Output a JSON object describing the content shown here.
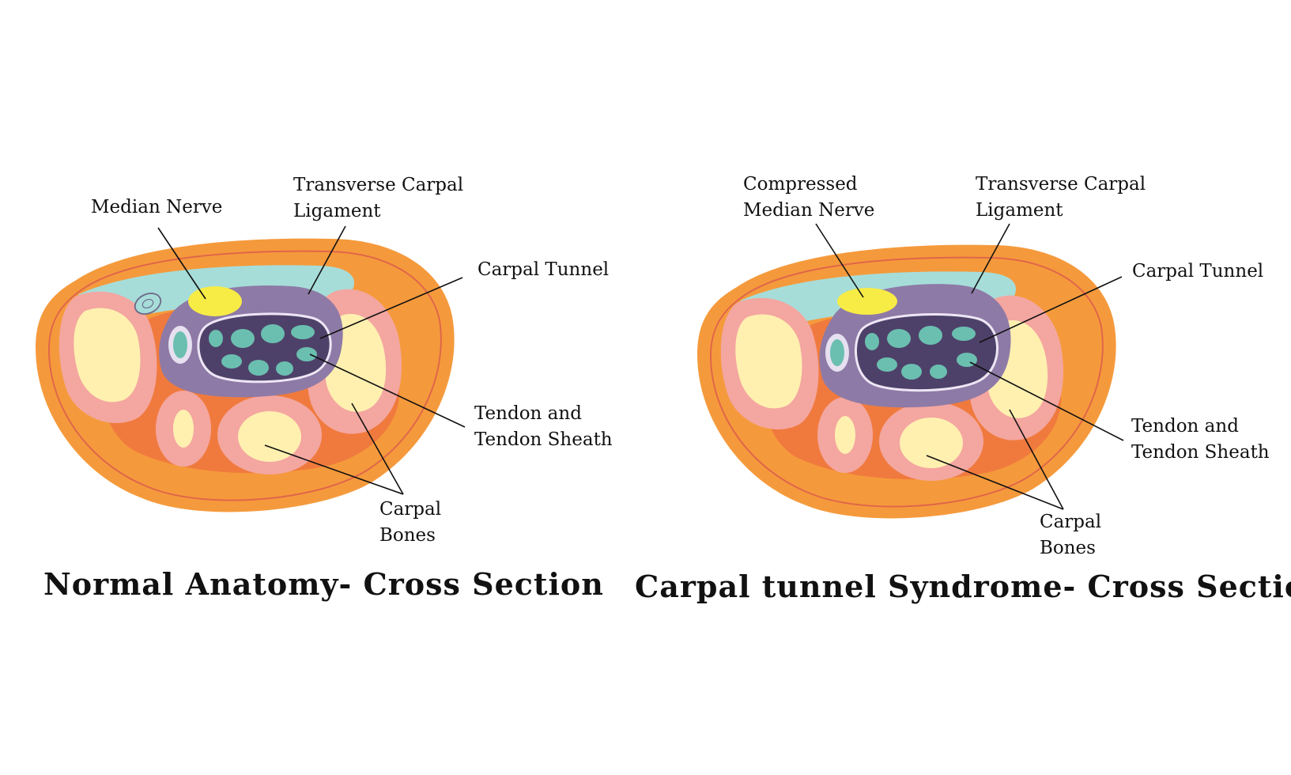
{
  "colors": {
    "outer_fat": "#F59A3C",
    "outer_line": "#E0664A",
    "inner_orange": "#F07A3E",
    "ligament": "#A6DDD9",
    "bone_ring": "#F4A6A0",
    "bone_core": "#FFF0B0",
    "tunnel": "#8E7AA6",
    "tendon_sheath": "#4E4169",
    "sheath_outline": "#EDE6F5",
    "tendon": "#6BBFB0",
    "nerve": "#F7EC45",
    "small_vessel_ring": "#E6E0F0"
  },
  "panels": {
    "normal": {
      "title": "Normal Anatomy- Cross Section",
      "labels": {
        "median_nerve": "Median Nerve",
        "ligament_line1": "Transverse Carpal",
        "ligament_line2": "Ligament",
        "carpal_tunnel": "Carpal Tunnel",
        "tendon_line1": "Tendon and",
        "tendon_line2": "Tendon Sheath",
        "bones_line1": "Carpal",
        "bones_line2": "Bones"
      }
    },
    "syndrome": {
      "title": "Carpal tunnel Syndrome- Cross Section",
      "labels": {
        "median_nerve_line1": "Compressed",
        "median_nerve_line2": "Median Nerve",
        "ligament_line1": "Transverse Carpal",
        "ligament_line2": "Ligament",
        "carpal_tunnel": "Carpal Tunnel",
        "tendon_line1": "Tendon and",
        "tendon_line2": "Tendon Sheath",
        "bones_line1": "Carpal",
        "bones_line2": "Bones"
      }
    }
  }
}
